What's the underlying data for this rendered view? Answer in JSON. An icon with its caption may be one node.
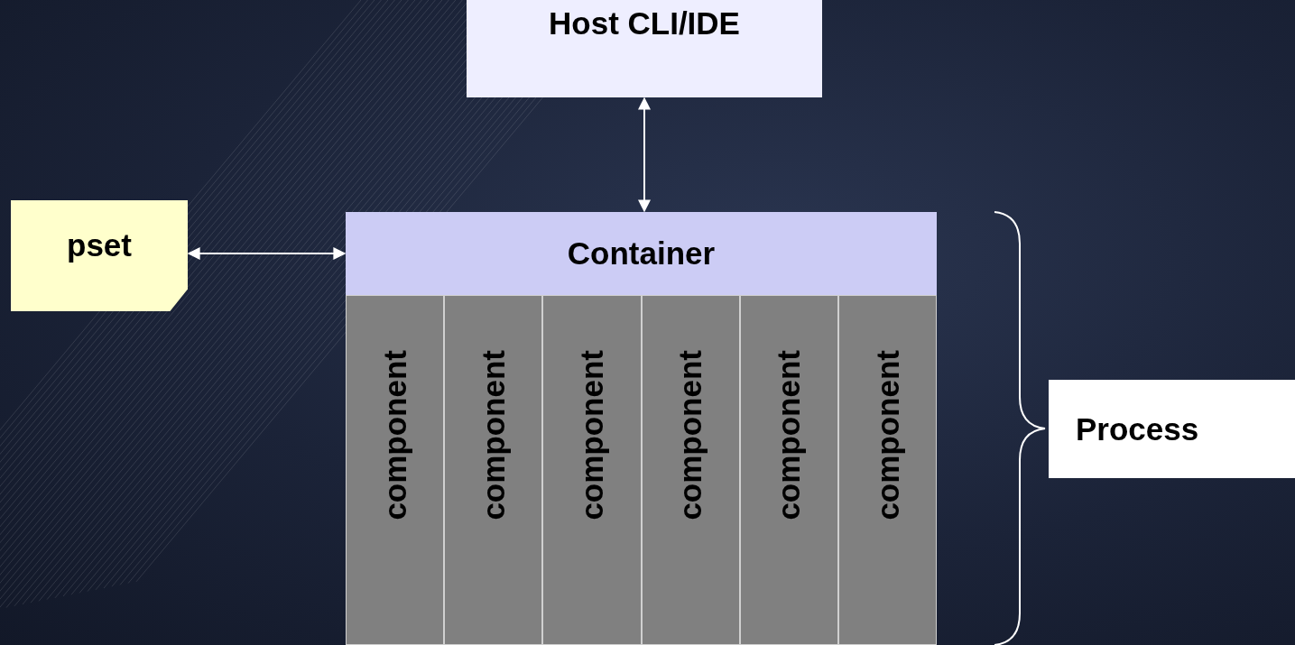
{
  "diagram": {
    "nodes": [
      {
        "text": [
          "Host CLI/IDE"
        ]
      },
      {
        "text": [
          "pset"
        ]
      },
      {
        "text": [
          "Container"
        ]
      },
      {
        "text": [
          "component"
        ]
      },
      {
        "text": [
          "component"
        ]
      },
      {
        "text": [
          "component"
        ]
      },
      {
        "text": [
          "component"
        ]
      },
      {
        "text": [
          "component"
        ]
      },
      {
        "text": [
          "component"
        ]
      },
      {
        "text": [
          "Process"
        ]
      }
    ],
    "edges": [
      {
        "from": 0,
        "to": 2,
        "arrow": "both"
      },
      {
        "from": 1,
        "to": 2,
        "arrow": "both"
      }
    ]
  }
}
